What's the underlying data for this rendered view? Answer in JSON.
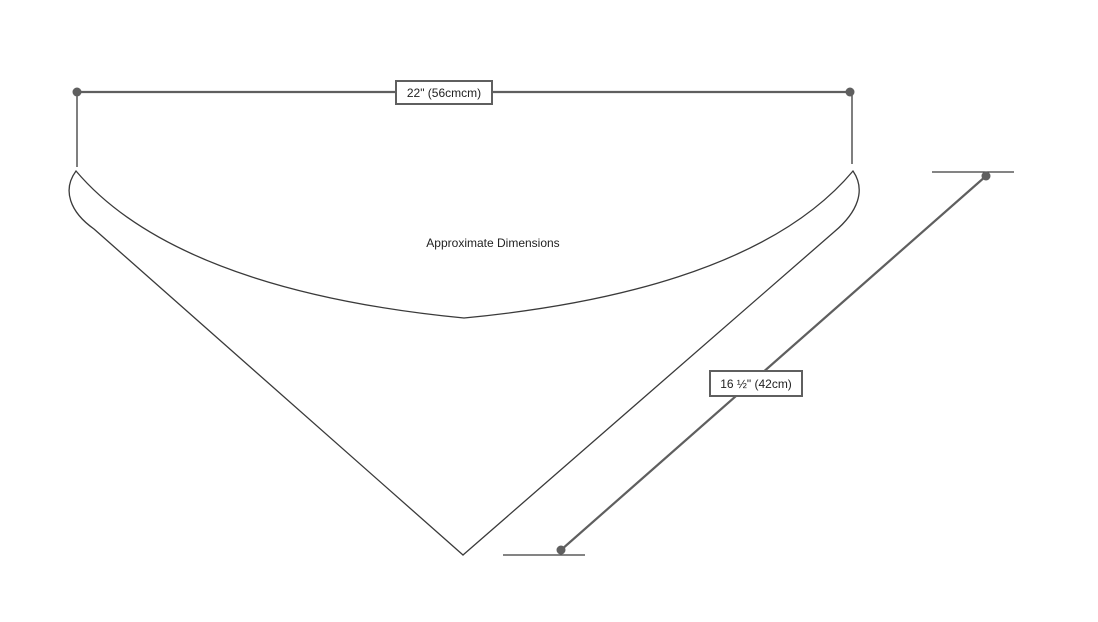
{
  "diagram": {
    "caption": "Approximate Dimensions",
    "width_label": "22\" (56cmcm)",
    "depth_label": "16 ½\" (42cm)"
  }
}
